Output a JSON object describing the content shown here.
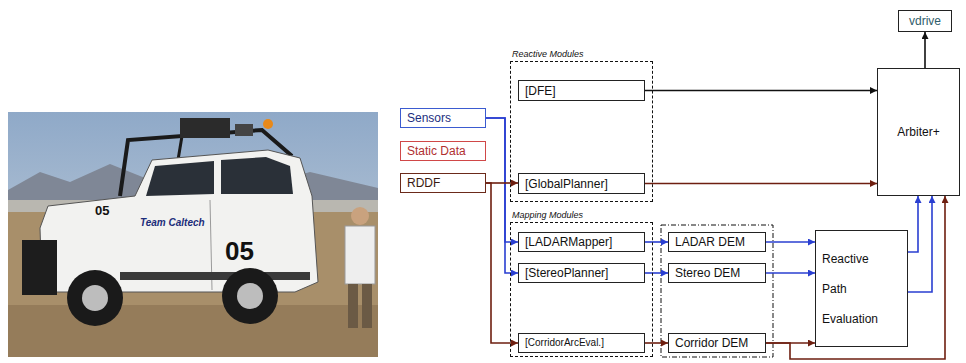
{
  "diagram": {
    "nodes": [
      {
        "text": [
          "Sensors"
        ]
      },
      {
        "text": [
          "Static Data"
        ]
      },
      {
        "text": [
          "RDDF"
        ]
      },
      {
        "text": [
          "Reactive Modules"
        ]
      },
      {
        "text": [
          "[DFE]"
        ],
        "in": 3
      },
      {
        "text": [
          "[GlobalPlanner]"
        ],
        "in": 3
      },
      {
        "text": [
          "Mapping Modules"
        ]
      },
      {
        "text": [
          "[LADARMapper]"
        ],
        "in": 6
      },
      {
        "text": [
          "[StereoPlanner]"
        ],
        "in": 6
      },
      {
        "text": [
          "[CorridorArcEval.]"
        ],
        "in": 6
      },
      {
        "text": [
          "LADAR DEM"
        ]
      },
      {
        "text": [
          "Stereo DEM"
        ]
      },
      {
        "text": [
          "Corridor DEM"
        ]
      },
      {
        "text": [
          "Reactive Path Evaluation"
        ]
      },
      {
        "text": [
          "Arbiter+"
        ]
      },
      {
        "text": [
          "vdrive"
        ]
      }
    ],
    "edges": [
      {
        "from": 0,
        "to": 7,
        "arrow": "to"
      },
      {
        "from": 0,
        "to": 8,
        "arrow": "to"
      },
      {
        "from": 2,
        "to": 5,
        "arrow": "to"
      },
      {
        "from": 2,
        "to": 9,
        "arrow": "to"
      },
      {
        "from": 4,
        "to": 14,
        "arrow": "to"
      },
      {
        "from": 5,
        "to": 14,
        "arrow": "to"
      },
      {
        "from": 7,
        "to": 10,
        "arrow": "to"
      },
      {
        "from": 8,
        "to": 11,
        "arrow": "to"
      },
      {
        "from": 9,
        "to": 12,
        "arrow": "to"
      },
      {
        "from": 10,
        "to": 13,
        "arrow": "to"
      },
      {
        "from": 11,
        "to": 13,
        "arrow": "to"
      },
      {
        "from": 12,
        "to": 13,
        "arrow": "to"
      },
      {
        "from": 12,
        "to": 14,
        "arrow": "to"
      },
      {
        "from": 13,
        "to": 14,
        "arrow": "to"
      },
      {
        "from": 13,
        "to": 14,
        "arrow": "to"
      },
      {
        "from": 14,
        "to": 15,
        "arrow": "to"
      }
    ],
    "labels": [
      "05",
      "Team Caltech",
      "05"
    ]
  }
}
